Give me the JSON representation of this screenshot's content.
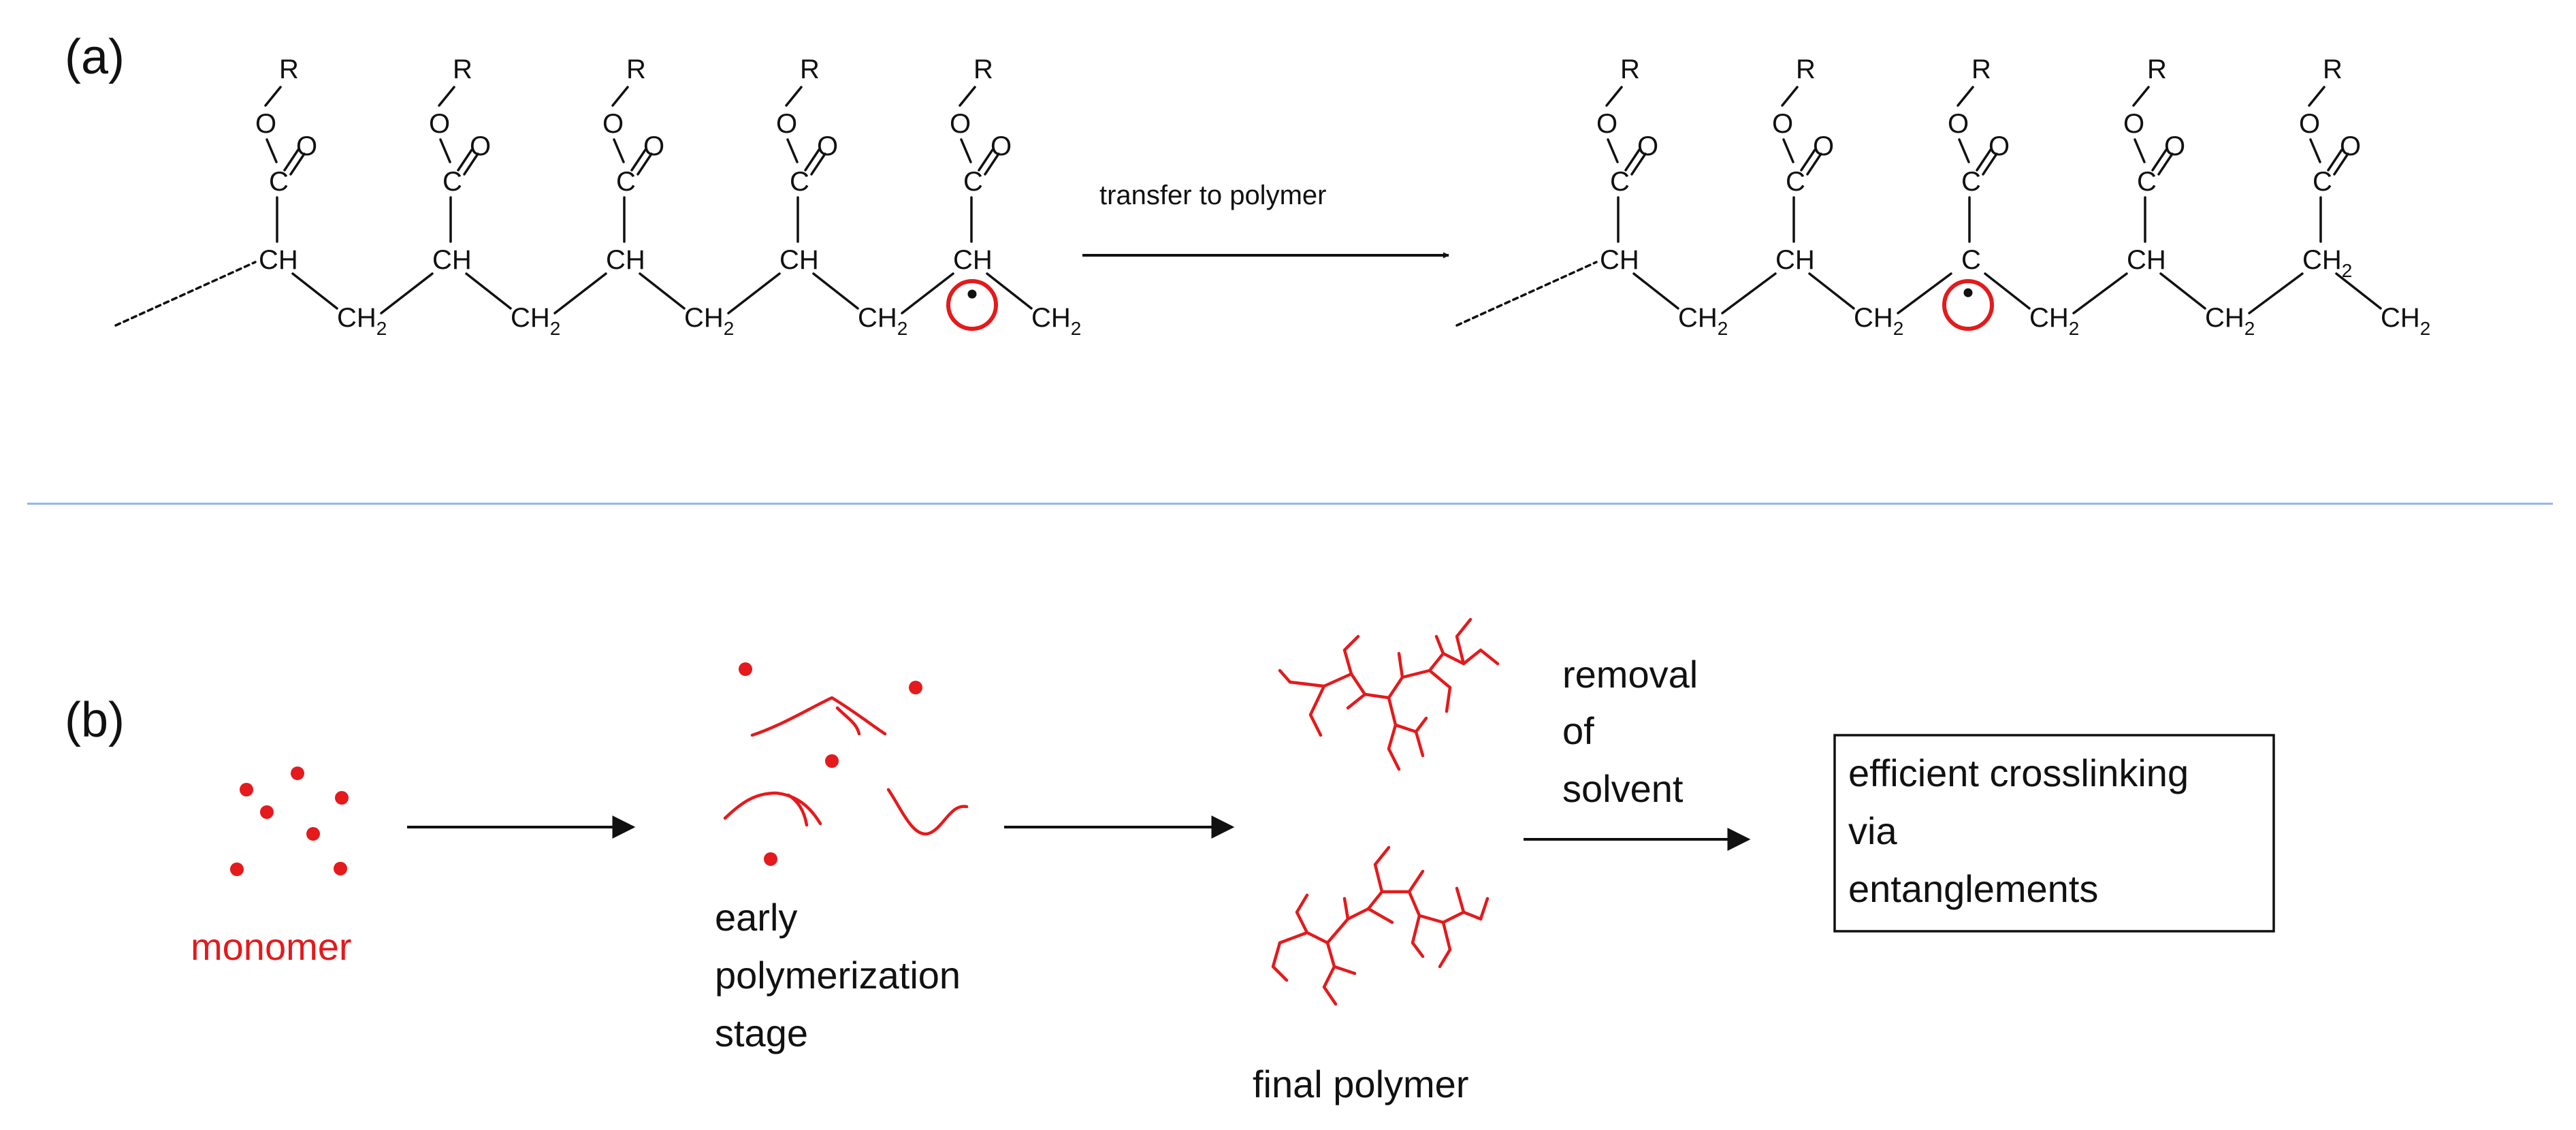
{
  "panel_a": {
    "label": "(a)",
    "arrow_label": "transfer to polymer",
    "atoms": {
      "r": "R",
      "o": "O",
      "c": "C",
      "ch": "CH",
      "ch2_base": "CH",
      "ch2_sub": "2"
    }
  },
  "panel_b": {
    "label": "(b)",
    "monomer_label": "monomer",
    "early_label": [
      "early",
      "polymerization",
      "stage"
    ],
    "final_label": "final polymer",
    "removal_label": [
      "removal",
      "of",
      "solvent"
    ],
    "result_box": [
      "efficient crosslinking",
      "via",
      "entanglements"
    ]
  },
  "colors": {
    "accent": "#e41a1c",
    "divider": "#8fb3e8",
    "ink": "#111111"
  }
}
